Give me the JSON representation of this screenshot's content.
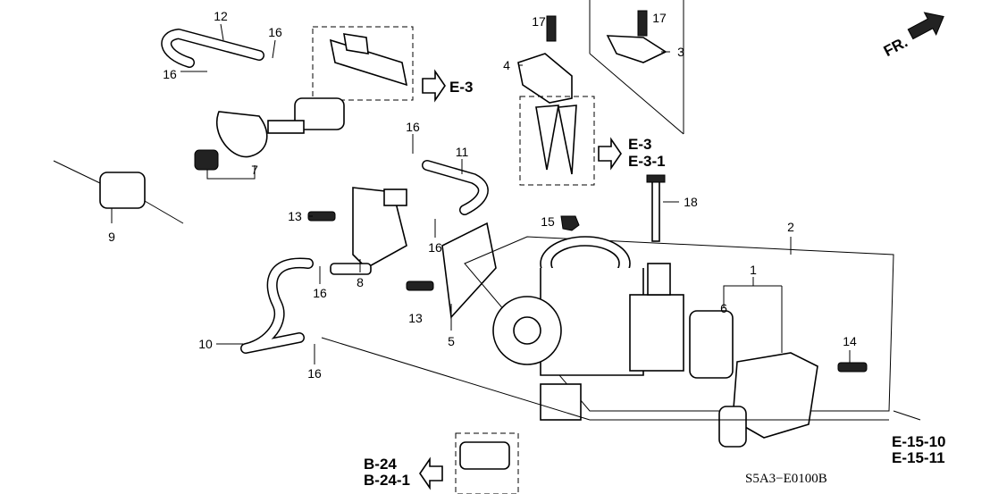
{
  "diagram_code": "S5A3−E0100B",
  "direction_mark": "FR.",
  "callouts": [
    "12",
    "16",
    "16",
    "7",
    "9",
    "16",
    "11",
    "13",
    "8",
    "16",
    "16",
    "10",
    "16",
    "13",
    "5",
    "17",
    "4",
    "17",
    "3",
    "15",
    "18",
    "2",
    "1",
    "6",
    "14"
  ],
  "references": {
    "e3_top": "E-3",
    "e3_mid": "E-3",
    "e3_1": "E-3-1",
    "b24": "B-24",
    "b24_1": "B-24-1",
    "e15_10": "E-15-10",
    "e15_11": "E-15-11"
  }
}
